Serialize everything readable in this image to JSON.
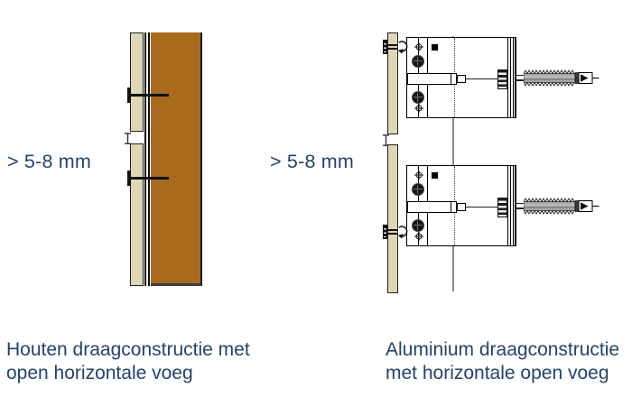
{
  "figures": {
    "left": {
      "name": "wooden-substructure-detail",
      "dimension_label": "> 5-8 mm",
      "caption_line1": "Houten draagconstructie met",
      "caption_line2": "open horizontale voeg"
    },
    "right": {
      "name": "aluminium-substructure-detail",
      "dimension_label": "> 5-8 mm",
      "caption_line1": "Aluminium draagconstructie",
      "caption_line2": "met horizontale open voeg"
    }
  },
  "icons": {
    "left": [
      "wood-screw-icon",
      "joint-dimension-icon"
    ],
    "right": [
      "rivet-icon",
      "bolt-head-icon",
      "expansion-anchor-icon",
      "joint-dimension-icon"
    ]
  },
  "colors": {
    "text_navy": "#24426f",
    "panel_cream": "#ddd7b5",
    "wood_brown": "#a86b1e",
    "line_gray": "#8a8a8a",
    "anchor_gray": "#a8a8a8"
  }
}
